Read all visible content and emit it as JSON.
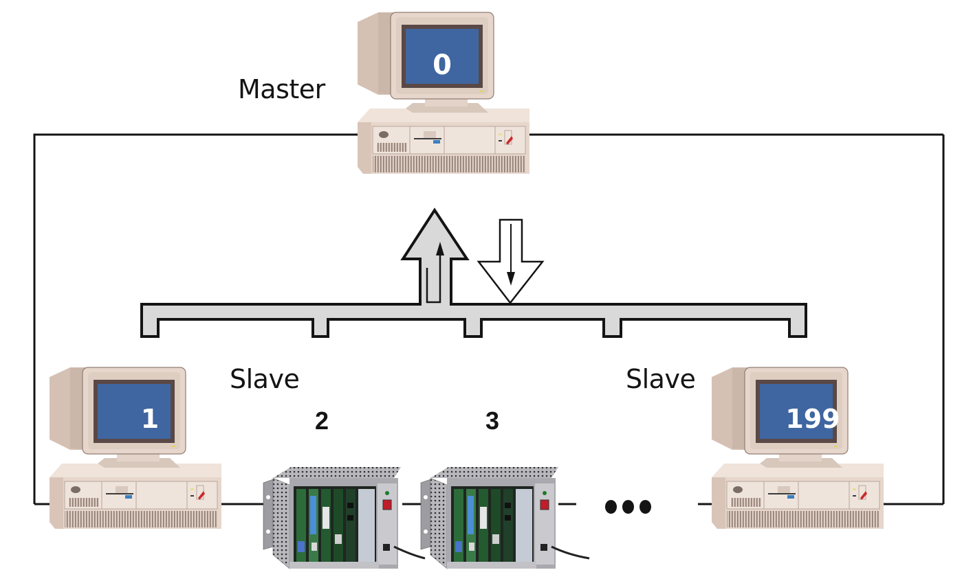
{
  "diagram": {
    "type": "master-slave bus network",
    "master": {
      "role_label": "Master",
      "screen_number": "0",
      "device": "desktop-pc"
    },
    "slaves": [
      {
        "screen_number": "1",
        "device": "desktop-pc"
      },
      {
        "id_label": "2",
        "device": "io-rack"
      },
      {
        "id_label": "3",
        "device": "io-rack"
      },
      {
        "id_label": "199",
        "device": "desktop-pc",
        "screen_number": "199"
      }
    ],
    "slave_role_labels": [
      "Slave",
      "Slave"
    ],
    "ellipsis": "...",
    "bus": {
      "stub_count": 5,
      "fill": "#d9d9d9",
      "stroke": "#141414"
    },
    "arrows": [
      {
        "direction": "up",
        "meaning": "slave-to-master",
        "fill": "#d9d9d9"
      },
      {
        "direction": "down",
        "meaning": "master-to-slave",
        "fill": "#ffffff"
      }
    ],
    "colors": {
      "screen": "#3f66a0",
      "screen_bezel": "#5a4846",
      "case": "#e6d6cb",
      "case_shadow": "#cbb7aa",
      "line": "#141414"
    }
  }
}
